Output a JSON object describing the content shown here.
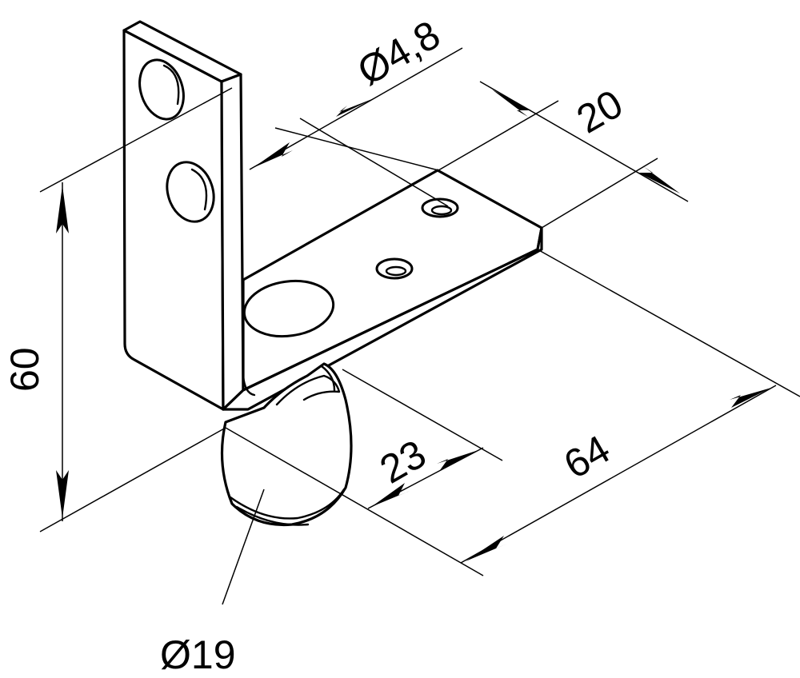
{
  "dimensions": {
    "pin_hole_diameter": "Ø4,8",
    "base_width": "20",
    "height": "60",
    "foot_height": "23",
    "base_length": "64",
    "foot_diameter": "Ø19"
  },
  "colors": {
    "line": "#000000",
    "background": "#ffffff"
  }
}
